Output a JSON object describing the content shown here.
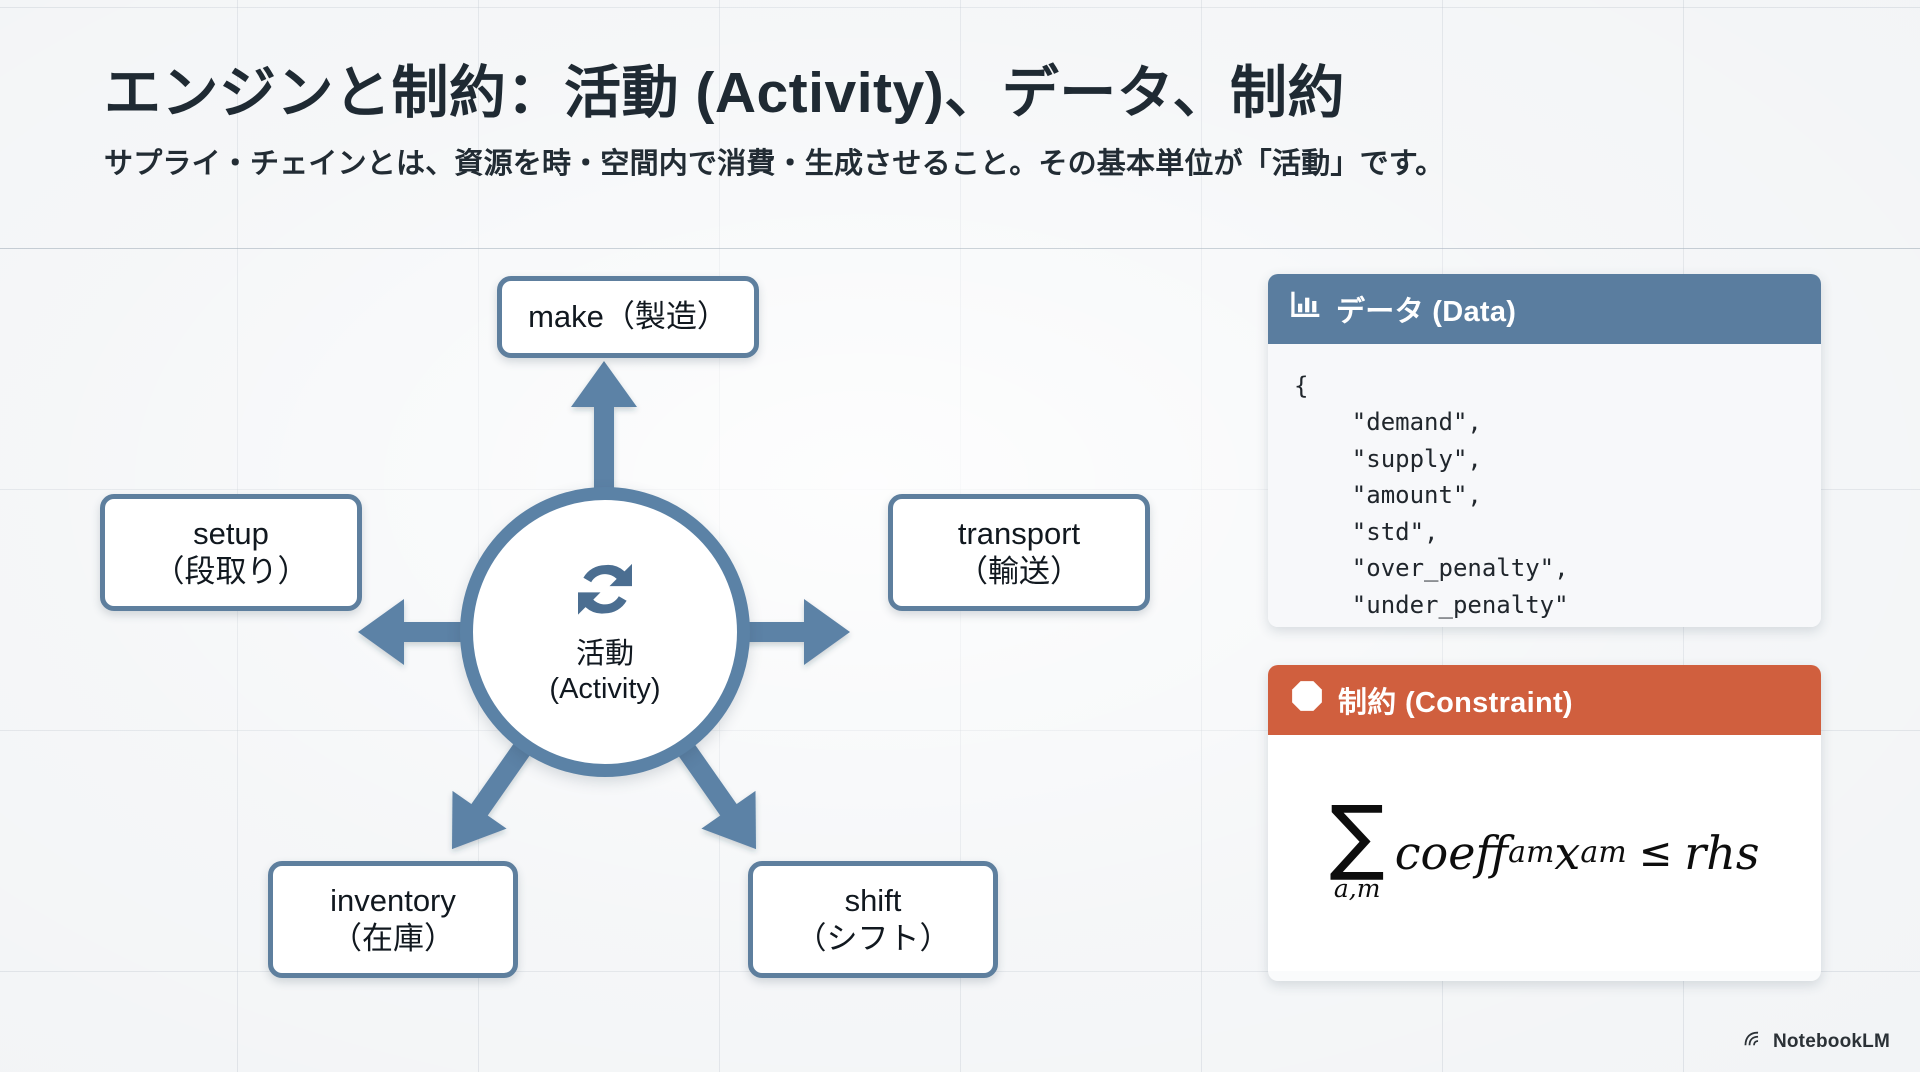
{
  "header": {
    "title": "エンジンと制約：活動 (Activity)、データ、制約",
    "subtitle": "サプライ・チェインとは、資源を時・空間内で消費・生成させること。その基本単位が「活動」です。"
  },
  "diagram": {
    "hub": {
      "icon": "sync-refresh-icon",
      "label_ja": "活動",
      "label_en": "(Activity)"
    },
    "nodes": [
      {
        "id": "make",
        "label": "make（製造）",
        "icon": "none"
      },
      {
        "id": "setup",
        "label": "setup\n（段取り）",
        "icon": "none"
      },
      {
        "id": "transport",
        "label": "transport\n（輸送）",
        "icon": "none"
      },
      {
        "id": "inventory",
        "label": "inventory\n（在庫）",
        "icon": "none"
      },
      {
        "id": "shift",
        "label": "shift\n（シフト）",
        "icon": "none"
      }
    ]
  },
  "cards": {
    "data": {
      "icon": "bar-chart-icon",
      "title": "データ (Data)",
      "header_color": "#5a7d9f",
      "code": "{\n    \"demand\",\n    \"supply\",\n    \"amount\",\n    \"std\",\n    \"over_penalty\",\n    \"under_penalty\"\n}",
      "keys": [
        "demand",
        "supply",
        "amount",
        "std",
        "over_penalty",
        "under_penalty"
      ]
    },
    "constraint": {
      "icon": "octagon-stop-icon",
      "title": "制約 (Constraint)",
      "header_color": "#d05f3e",
      "formula": {
        "sum_symbol": "∑",
        "sum_subscript": "a,m",
        "lhs_term": "coeff",
        "lhs_sub": "am",
        "var_term": "x",
        "var_sub": "am",
        "relation": "≤",
        "rhs_term": "rhs",
        "plain": "∑_{a,m} coeff_am x_am ≤ rhs"
      }
    }
  },
  "watermark": {
    "label": "NotebookLM",
    "icon": "notebooklm-logo-icon"
  },
  "theme": {
    "background": "#f2f4f6",
    "accent_blue": "#5b82a6",
    "accent_orange": "#d05f3e",
    "text_dark": "#1f2a33"
  }
}
